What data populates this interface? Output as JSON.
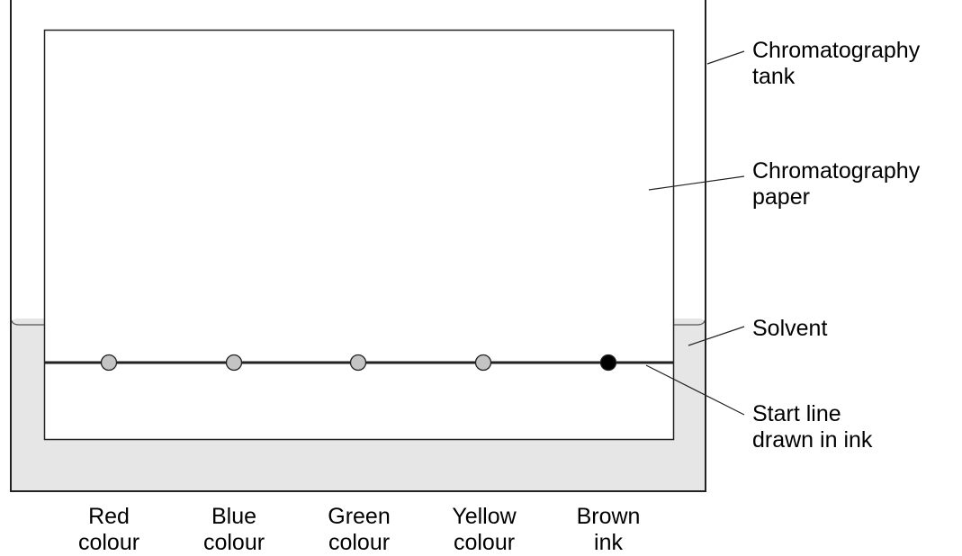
{
  "callouts": {
    "tank": {
      "line1": "Chromatography",
      "line2": "tank"
    },
    "paper": {
      "line1": "Chromatography",
      "line2": "paper"
    },
    "solvent": {
      "line1": "Solvent"
    },
    "start_line": {
      "line1": "Start line",
      "line2": "drawn in ink"
    }
  },
  "samples": [
    {
      "line1": "Red",
      "line2": "colour",
      "dot_color": "#c4c4c4"
    },
    {
      "line1": "Blue",
      "line2": "colour",
      "dot_color": "#c4c4c4"
    },
    {
      "line1": "Green",
      "line2": "colour",
      "dot_color": "#c4c4c4"
    },
    {
      "line1": "Yellow",
      "line2": "colour",
      "dot_color": "#c4c4c4"
    },
    {
      "line1": "Brown",
      "line2": "ink",
      "dot_color": "#000000"
    }
  ],
  "colors": {
    "solvent": "#e6e6e6",
    "paper": "#ffffff",
    "outline": "#222222"
  }
}
